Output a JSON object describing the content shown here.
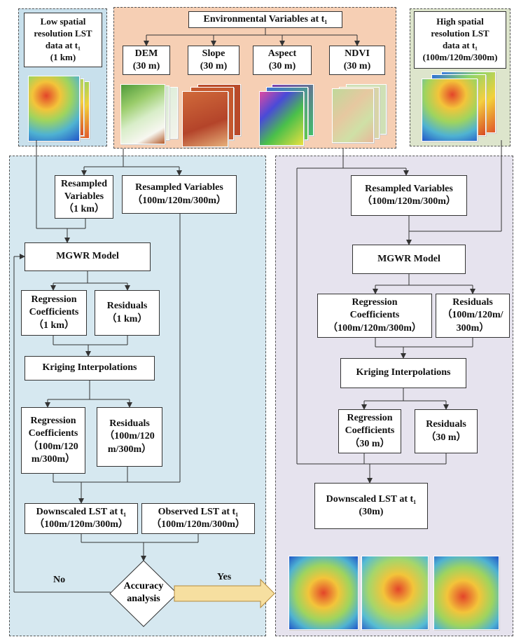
{
  "panels": {
    "low_res": {
      "title": "Low spatial\nresolution LST\ndata at t₁\n(1 km)"
    },
    "env_vars": {
      "title": "Environmental Variables at t₁",
      "items": [
        {
          "name": "DEM",
          "res": "(30 m)"
        },
        {
          "name": "Slope",
          "res": "(30 m)"
        },
        {
          "name": "Aspect",
          "res": "(30 m)"
        },
        {
          "name": "NDVI",
          "res": "(30 m)"
        }
      ]
    },
    "high_res": {
      "title": "High spatial\nresolution LST\ndata at t₁\n(100m/120m/300m)"
    }
  },
  "left_flow": {
    "resampled_1km": "Resampled\nVariables\n（1 km）",
    "resampled_multi": "Resampled Variables\n（100m/120m/300m）",
    "mgwr": "MGWR Model",
    "reg_coef_1km": "Regression\nCoefficients\n（1 km）",
    "residuals_1km": "Residuals\n（1 km）",
    "kriging": "Kriging Interpolations",
    "reg_coef_multi": "Regression\nCoefficients\n（100m/120\nm/300m）",
    "residuals_multi": "Residuals\n（100m/120\nm/300m）",
    "downscaled": "Downscaled LST at t₁\n（100m/120m/300m）",
    "observed": "Observed LST at t₁\n（100m/120m/300m）",
    "accuracy": "Accuracy\nanalysis",
    "no_label": "No",
    "yes_label": "Yes"
  },
  "right_flow": {
    "resampled": "Resampled Variables\n（100m/120m/300m）",
    "mgwr": "MGWR Model",
    "reg_coef": "Regression\nCoefficients\n（100m/120m/300m）",
    "residuals": "Residuals\n（100m/120m/\n300m）",
    "kriging": "Kriging Interpolations",
    "reg_coef_30": "Regression\nCoefficients\n（30 m）",
    "residuals_30": "Residuals\n（30 m）",
    "downscaled_30": "Downscaled LST at t₁\n(30m)"
  },
  "colors": {
    "low_panel_bg": "#c8e0ec",
    "env_panel_bg": "#f6cfb4",
    "high_panel_bg": "#dde5cc",
    "left_panel_bg": "#d6e8f0",
    "right_panel_bg": "#e6e3ee",
    "arrow_fill": "#f6dfa0",
    "arrow_stroke": "#b48a3c"
  },
  "images": {
    "lst_map": "lst-heatmap",
    "dem": "dem-map",
    "slope": "slope-map",
    "aspect": "aspect-map",
    "ndvi": "ndvi-map"
  }
}
